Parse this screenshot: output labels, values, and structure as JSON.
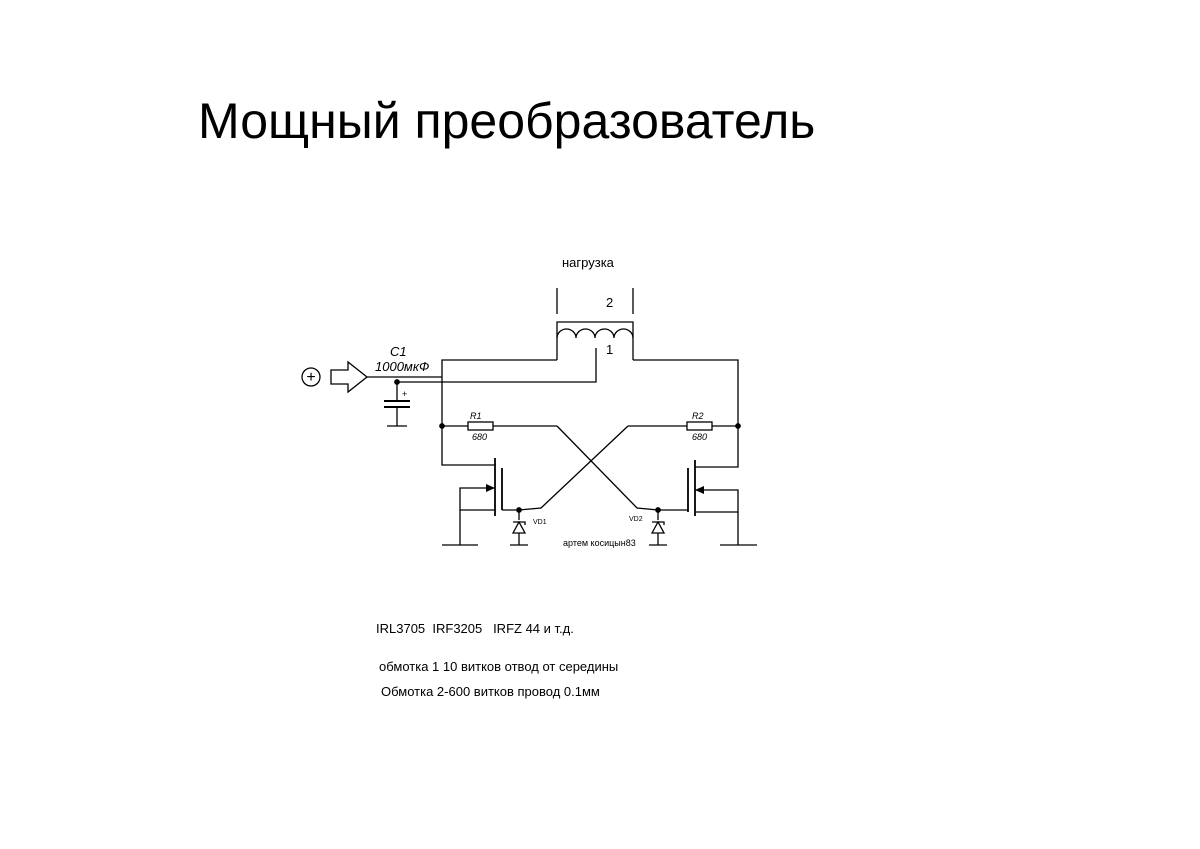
{
  "title": "Мощный преобразователь",
  "schematic": {
    "load_label": "нагрузка",
    "winding_2": "2",
    "winding_1": "1",
    "plus_symbol": "+",
    "c1_name": "C1",
    "c1_value": "1000мкФ",
    "c1_polarity": "+",
    "r1_name": "R1",
    "r1_value": "680",
    "r2_name": "R2",
    "r2_value": "680",
    "vd1": "VD1",
    "vd2": "VD2",
    "author": "артем косицын83"
  },
  "notes": {
    "transistors": "IRL3705  IRF3205   IRFZ 44 и т.д.",
    "winding1": "обмотка 1 10 витков отвод от середины",
    "winding2": "Обмотка 2-600 витков провод 0.1мм"
  }
}
